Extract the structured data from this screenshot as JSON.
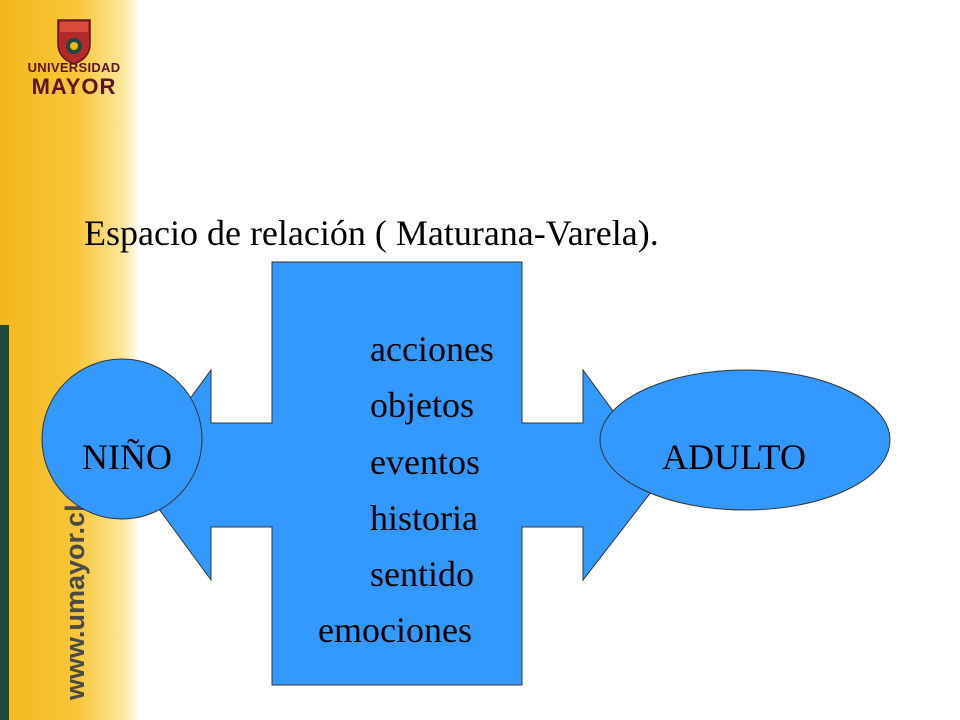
{
  "logo": {
    "name_line1": "UNIVERSIDAD",
    "name_line2": "MAYOR",
    "shield_icon": "university-shield-icon"
  },
  "website": "www.umayor.cl",
  "title": "Espacio de relación ( Maturana-Varela).",
  "diagram": {
    "left_actor": "NIÑO",
    "right_actor": "ADULTO",
    "items": [
      "acciones",
      "objetos",
      "eventos",
      "historia",
      "sentido",
      "emociones"
    ]
  },
  "colors": {
    "accent_yellow": "#f3b71b",
    "brand_green": "#1e4a3f",
    "shape_blue": "#3399ff"
  }
}
